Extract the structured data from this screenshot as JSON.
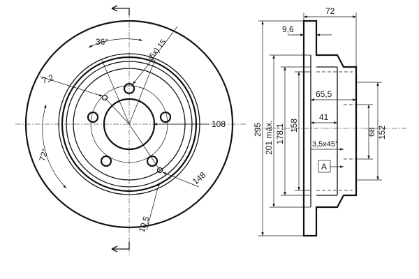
{
  "front_view": {
    "dims": {
      "bolt_angle": "36°",
      "bolt_spec": "(5x) 15",
      "pin_hole": "7,2",
      "hub_bore": "108",
      "pitch_circle": "148",
      "minor": "10,5",
      "segment_angle": "72°"
    }
  },
  "section_view": {
    "dims": {
      "total_height": "72",
      "flange_thickness": "9,6",
      "hat_depth": "65,5",
      "inner_depth": "41",
      "chamfer": "3,5x45°",
      "outer_dia": "295",
      "braking_dia": "201 máx.",
      "hat_outer_dia": "178,1",
      "hat_inner_dia": "158",
      "center_bore": "68",
      "bolt_circle_dia": "152"
    },
    "datum_label": "A"
  }
}
